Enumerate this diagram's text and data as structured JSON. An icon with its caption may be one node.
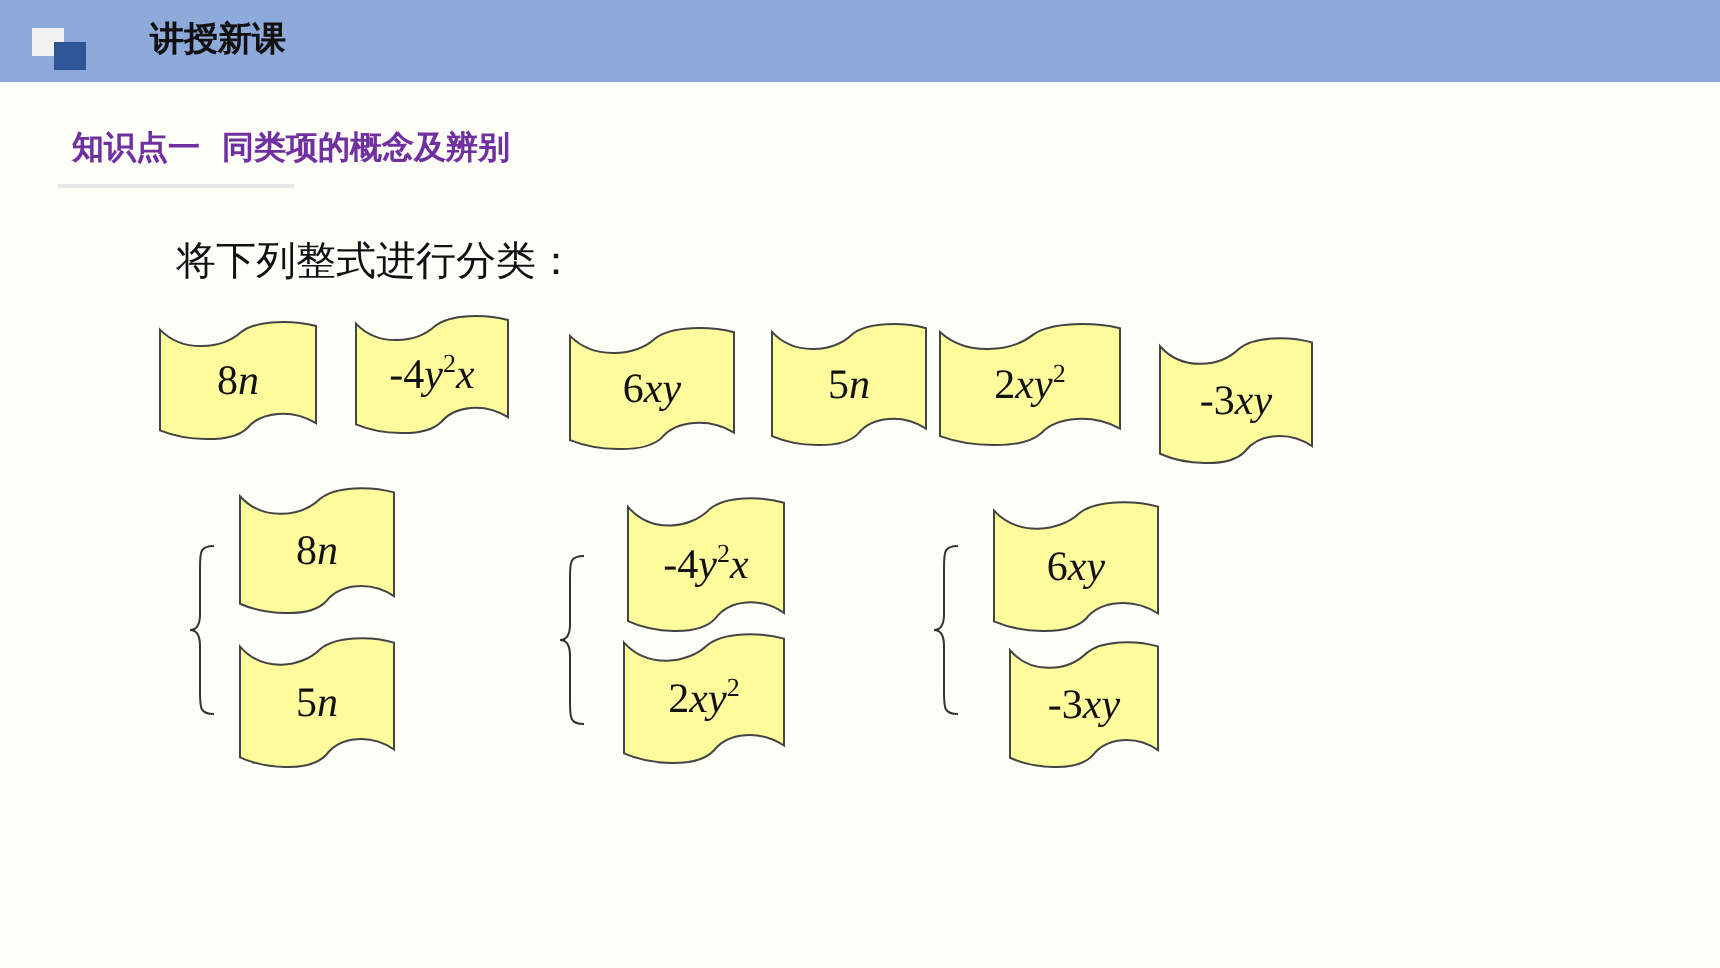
{
  "diagram": {
    "title": "讲授新课",
    "nodes": [
      {
        "text": [
          "8n"
        ]
      },
      {
        "text": [
          "-4y$^{2}$x"
        ]
      },
      {
        "text": [
          "6xy"
        ]
      },
      {
        "text": [
          "5n"
        ]
      },
      {
        "text": [
          "2xy$^{2}$"
        ]
      },
      {
        "text": [
          "-3xy"
        ]
      },
      {
        "text": [
          "8n"
        ]
      },
      {
        "text": [
          "5n"
        ]
      },
      {
        "text": [
          "-4y$^{2}$x"
        ]
      },
      {
        "text": [
          "2xy$^{2}$"
        ]
      },
      {
        "text": [
          "6xy"
        ]
      },
      {
        "text": [
          "-3xy"
        ]
      }
    ],
    "labels": [
      "知识点一  同类项的概念及辨别",
      "将下列整式进行分类："
    ]
  }
}
